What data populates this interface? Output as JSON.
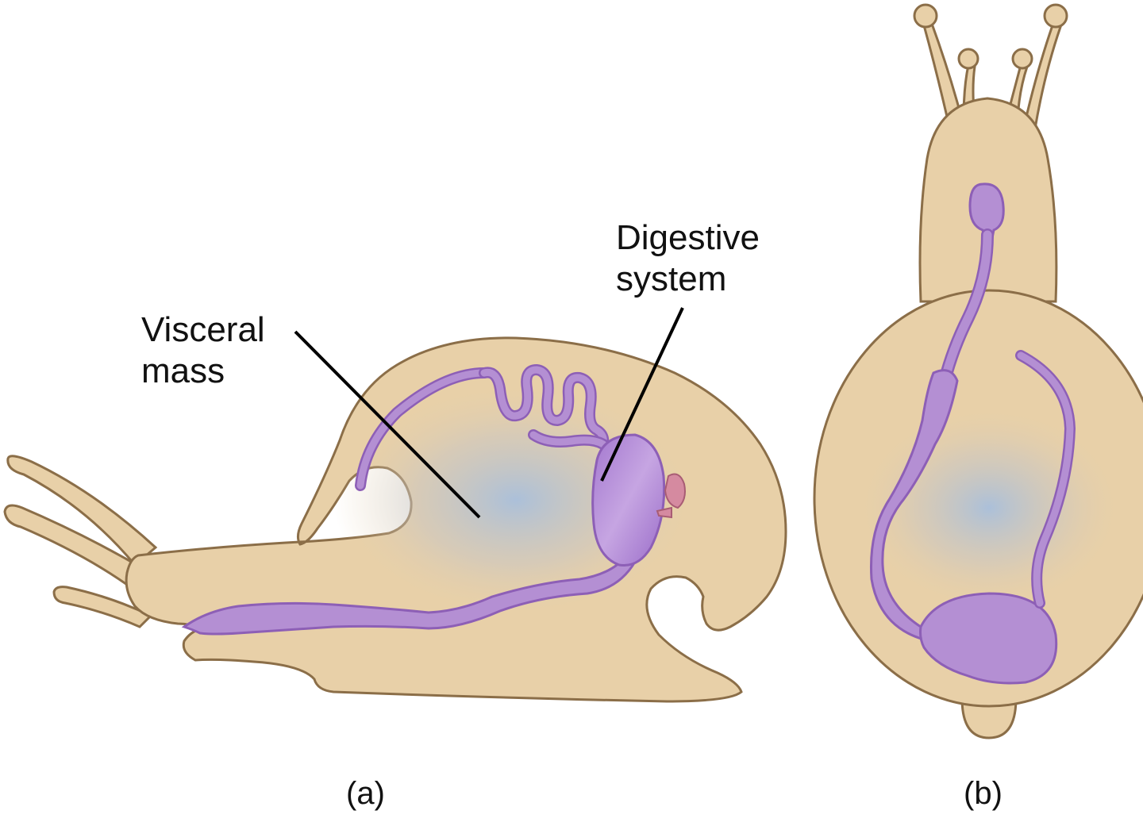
{
  "figure": {
    "labels": {
      "visceral_line1": "Visceral",
      "visceral_line2": "mass",
      "digestive_line1": "Digestive",
      "digestive_line2": "system"
    },
    "panels": {
      "a_caption": "(a)",
      "b_caption": "(b)"
    },
    "colors": {
      "body": "#e8d0a8",
      "outline": "#8b6e48",
      "digestive": "#b48fd3",
      "digestive_outline": "#8d5fb6",
      "visceral_center": "#a8bfdc",
      "anus_tissue": "#d58aa0",
      "leader_line": "#000000"
    }
  }
}
